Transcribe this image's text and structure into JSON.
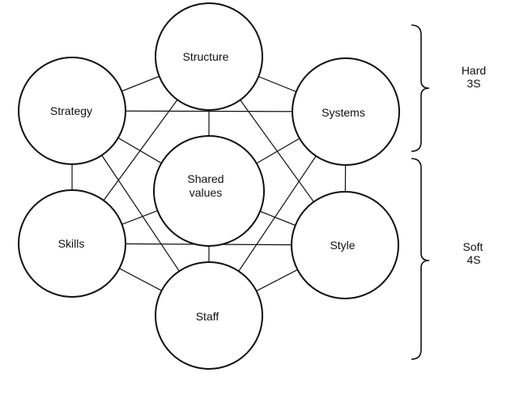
{
  "nodes": {
    "structure": "Structure",
    "strategy": "Strategy",
    "systems": "Systems",
    "shared_values_line1": "Shared",
    "shared_values_line2": "values",
    "skills": "Skills",
    "style": "Style",
    "staff": "Staff"
  },
  "groups": {
    "hard_line1": "Hard",
    "hard_line2": "3S",
    "soft_line1": "Soft",
    "soft_line2": "4S"
  }
}
